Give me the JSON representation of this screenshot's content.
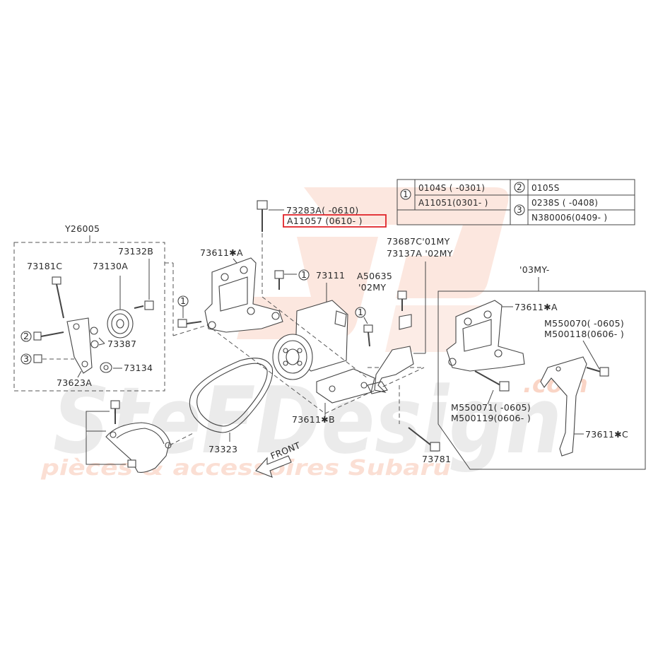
{
  "watermark": {
    "brand": "SteFDesign",
    "suffix": ".com",
    "tagline": "pièces & accessoires Subaru",
    "logo_letters": "SD",
    "colors": {
      "logo": "#f4a07e",
      "brand": "#dcdcdc",
      "tagline": "#f6c3ad"
    }
  },
  "legend_table": {
    "rows": [
      {
        "num": "1",
        "entries": [
          "0104S (  -0301)",
          "A11051(0301-   )"
        ]
      },
      {
        "num": "2",
        "entries": [
          "0105S"
        ]
      },
      {
        "num": "3",
        "entries": [
          "0238S  (  -0408)",
          "N380006(0409-  )"
        ]
      }
    ]
  },
  "group_label": "Y26005",
  "variant_label": "'03MY-",
  "highlight": {
    "text": "A11057  (0610-   )",
    "color": "#e0242a"
  },
  "labels": {
    "p73283a": "73283A(  -0610)",
    "p73611a": "73611✱A",
    "p73111": "73111",
    "pa50635": "A50635",
    "my02": "'02MY",
    "p73687c": "73687C'01MY",
    "p73137a": "73137A '02MY",
    "p73181c": "73181C",
    "p73130a": "73130A",
    "p73132b": "73132B",
    "p73387": "73387",
    "p73134": "73134",
    "p73623a": "73623A",
    "p73611b": "73611✱B",
    "p73323": "73323",
    "p73781": "73781",
    "front": "FRONT",
    "p73611a_r": "73611✱A",
    "pm550070": "M550070(  -0605)",
    "pm500118": "M500118(0606-   )",
    "pm550071": "M550071(  -0605)",
    "pm500119": "M500119(0606-   )",
    "p73611c": "73611✱C"
  },
  "callout_numbers": {
    "one": "1",
    "two": "2",
    "three": "3"
  }
}
